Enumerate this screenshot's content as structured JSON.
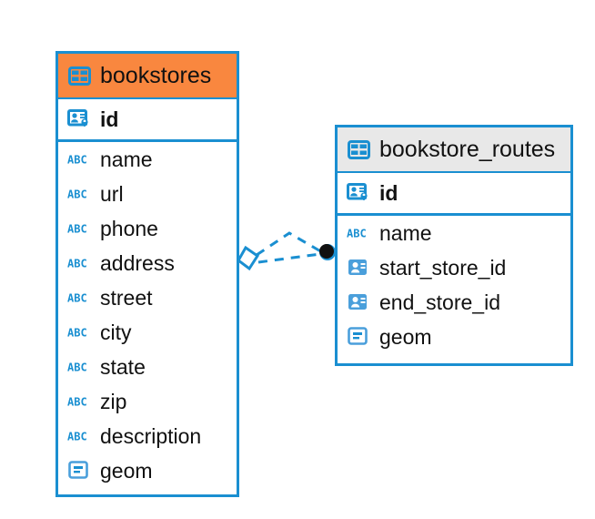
{
  "diagram": {
    "type": "entity-relationship-diagram",
    "accent_color": "#1a8fd1",
    "highlight_color": "#f9873f",
    "neutral_header_color": "#e8e8e8",
    "background": "#ffffff"
  },
  "tables": [
    {
      "name": "bookstores",
      "header_style": "orange",
      "icon": "table-icon",
      "fields": [
        {
          "name": "id",
          "type_icon": "primary-key-icon"
        },
        {
          "name": "name",
          "type_icon": "text-abc-icon"
        },
        {
          "name": "url",
          "type_icon": "text-abc-icon"
        },
        {
          "name": "phone",
          "type_icon": "text-abc-icon"
        },
        {
          "name": "address",
          "type_icon": "text-abc-icon"
        },
        {
          "name": "street",
          "type_icon": "text-abc-icon"
        },
        {
          "name": "city",
          "type_icon": "text-abc-icon"
        },
        {
          "name": "state",
          "type_icon": "text-abc-icon"
        },
        {
          "name": "zip",
          "type_icon": "text-abc-icon"
        },
        {
          "name": "description",
          "type_icon": "text-abc-icon"
        },
        {
          "name": "geom",
          "type_icon": "geometry-icon"
        }
      ]
    },
    {
      "name": "bookstore_routes",
      "header_style": "gray",
      "icon": "table-icon",
      "fields": [
        {
          "name": "id",
          "type_icon": "primary-key-icon"
        },
        {
          "name": "name",
          "type_icon": "text-abc-icon"
        },
        {
          "name": "start_store_id",
          "type_icon": "foreign-key-icon"
        },
        {
          "name": "end_store_id",
          "type_icon": "foreign-key-icon"
        },
        {
          "name": "geom",
          "type_icon": "geometry-icon"
        }
      ]
    }
  ],
  "relationship": {
    "from_table": "bookstores",
    "to_table": "bookstore_routes",
    "source_marker": "diamond-marker",
    "target_marker": "filled-circle-marker",
    "line_style": "dashed",
    "line_color": "#1a8fd1",
    "marker_fill": "#111111"
  }
}
